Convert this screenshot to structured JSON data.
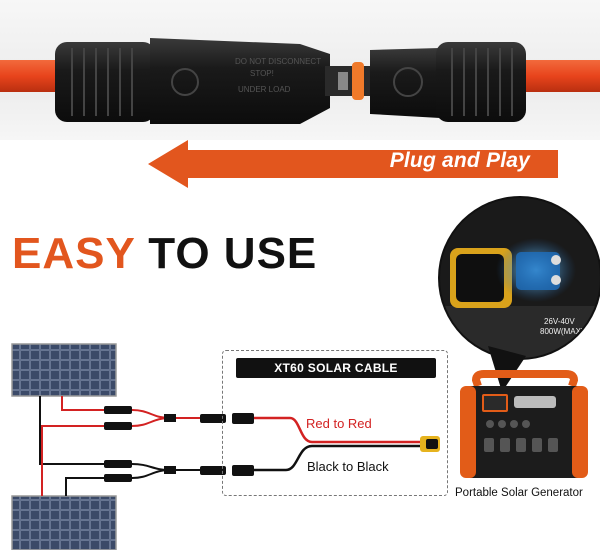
{
  "banner": {
    "label": "Plug and Play"
  },
  "headline": {
    "accent": "EASY",
    "rest": "TO USE"
  },
  "connector": {
    "line1": "DO NOT DISCONNECT",
    "line2": "STOP!",
    "line3": "UNDER LOAD"
  },
  "zoom": {
    "spec_line1": "26V-40V",
    "spec_line2": "800W(MAX)"
  },
  "diagram": {
    "cable_title": "XT60 SOLAR CABLE",
    "red_label": "Red to Red",
    "black_label": "Black to Black",
    "generator_label": "Portable Solar Generator"
  },
  "colors": {
    "accent_orange": "#e2561e",
    "cable_red": "#e8441c",
    "wire_red": "#d32222",
    "text_dark": "#111111"
  }
}
